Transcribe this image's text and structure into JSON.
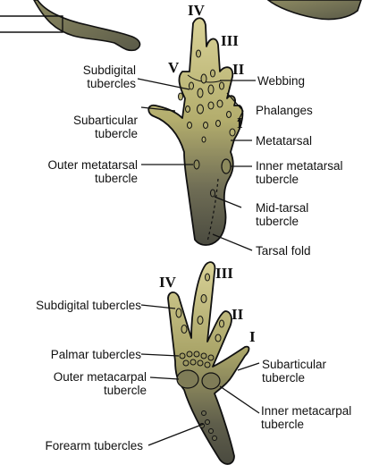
{
  "colors": {
    "skin_light": "#d6cf93",
    "skin_mid": "#9f9a5f",
    "skin_dark": "#4e4e40",
    "outline": "#111111"
  },
  "roman_numerals": {
    "foot_iv": "IV",
    "foot_iii": "III",
    "foot_ii": "II",
    "foot_v": "V",
    "foot_i": "I",
    "hand_iv": "IV",
    "hand_iii": "III",
    "hand_ii": "II",
    "hand_i": "I"
  },
  "foot_labels": {
    "subdigital_tubercles": "Subdigital\ntubercles",
    "subarticular_tubercle": "Subarticular\ntubercle",
    "outer_metatarsal_tubercle": "Outer metatarsal\ntubercle",
    "webbing": "Webbing",
    "phalanges": "Phalanges",
    "metatarsal": "Metatarsal",
    "inner_metatarsal_tubercle": "Inner metatarsal\ntubercle",
    "mid_tarsal_tubercle": "Mid-tarsal\ntubercle",
    "tarsal_fold": "Tarsal fold"
  },
  "hand_labels": {
    "subdigital_tubercles": "Subdigital tubercles",
    "palmar_tubercles": "Palmar tubercles",
    "outer_metacarpal_tubercle": "Outer metacarpal\ntubercle",
    "forearm_tubercles": "Forearm tubercles",
    "subarticular_tubercle": "Subarticular\ntubercle",
    "inner_metacarpal_tubercle": "Inner metacarpal\ntubercle"
  }
}
